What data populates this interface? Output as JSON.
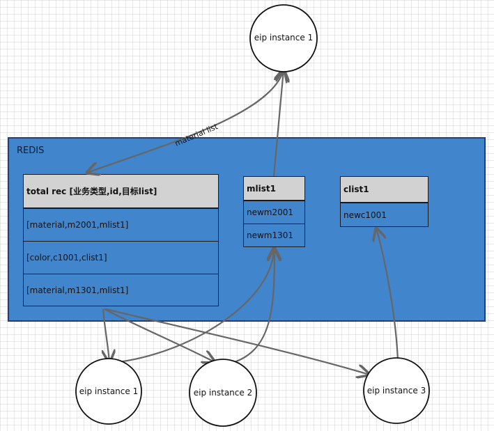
{
  "container": {
    "label": "REDIS"
  },
  "total_table": {
    "header": "total rec [业务类型,id,目标list]",
    "rows": [
      "[material,m2001,mlist1]",
      "[color,c1001,clist1]",
      "[material,m1301,mlist1]"
    ]
  },
  "mlist_table": {
    "header": "mlist1",
    "rows": [
      "newm2001",
      "newm1301"
    ]
  },
  "clist_table": {
    "header": "clist1",
    "rows": [
      "newc1001"
    ]
  },
  "instances": {
    "top": "eip instance 1",
    "bottom_1": "eip instance 1",
    "bottom_2": "eip instance 2",
    "bottom_3": "eip instance 3"
  },
  "edge_labels": {
    "material_list": "material list"
  },
  "colors": {
    "redis_fill": "#4185cc",
    "redis_border": "#1e3f7a",
    "header_fill": "#d2d2d2",
    "arrow": "#666666"
  }
}
